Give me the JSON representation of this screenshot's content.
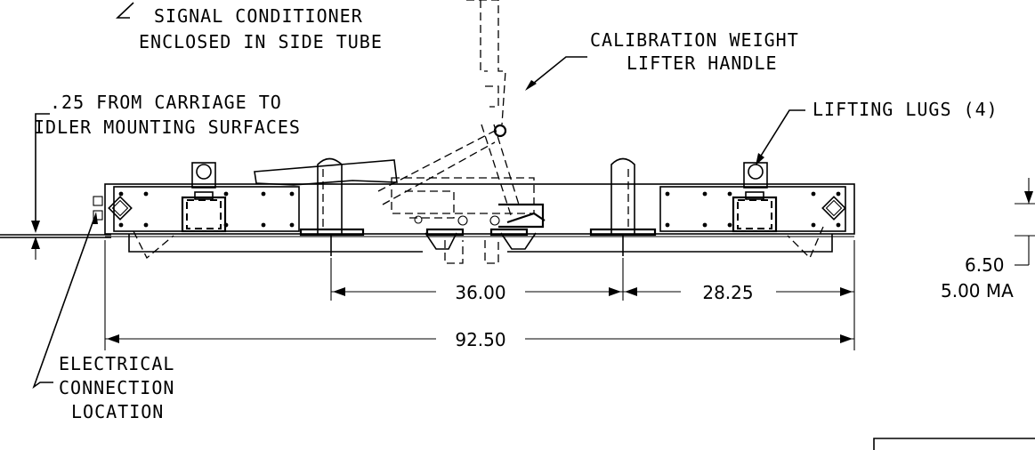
{
  "callouts": {
    "signal_conditioner_line1": "SIGNAL CONDITIONER",
    "signal_conditioner_line2": "ENCLOSED IN SIDE TUBE",
    "calibration_line1": "CALIBRATION WEIGHT",
    "calibration_line2": "LIFTER HANDLE",
    "carriage_line1": ".25 FROM CARRIAGE TO",
    "carriage_line2": "IDLER MOUNTING SURFACES",
    "lifting_lugs": "LIFTING LUGS (4)",
    "electrical_line1": "ELECTRICAL",
    "electrical_line2": "CONNECTION",
    "electrical_line3": "LOCATION"
  },
  "dimensions": {
    "span_inner": "36.00",
    "span_right": "28.25",
    "overall_length": "92.50",
    "height": "6.50",
    "max_label": "5.00 MA"
  }
}
